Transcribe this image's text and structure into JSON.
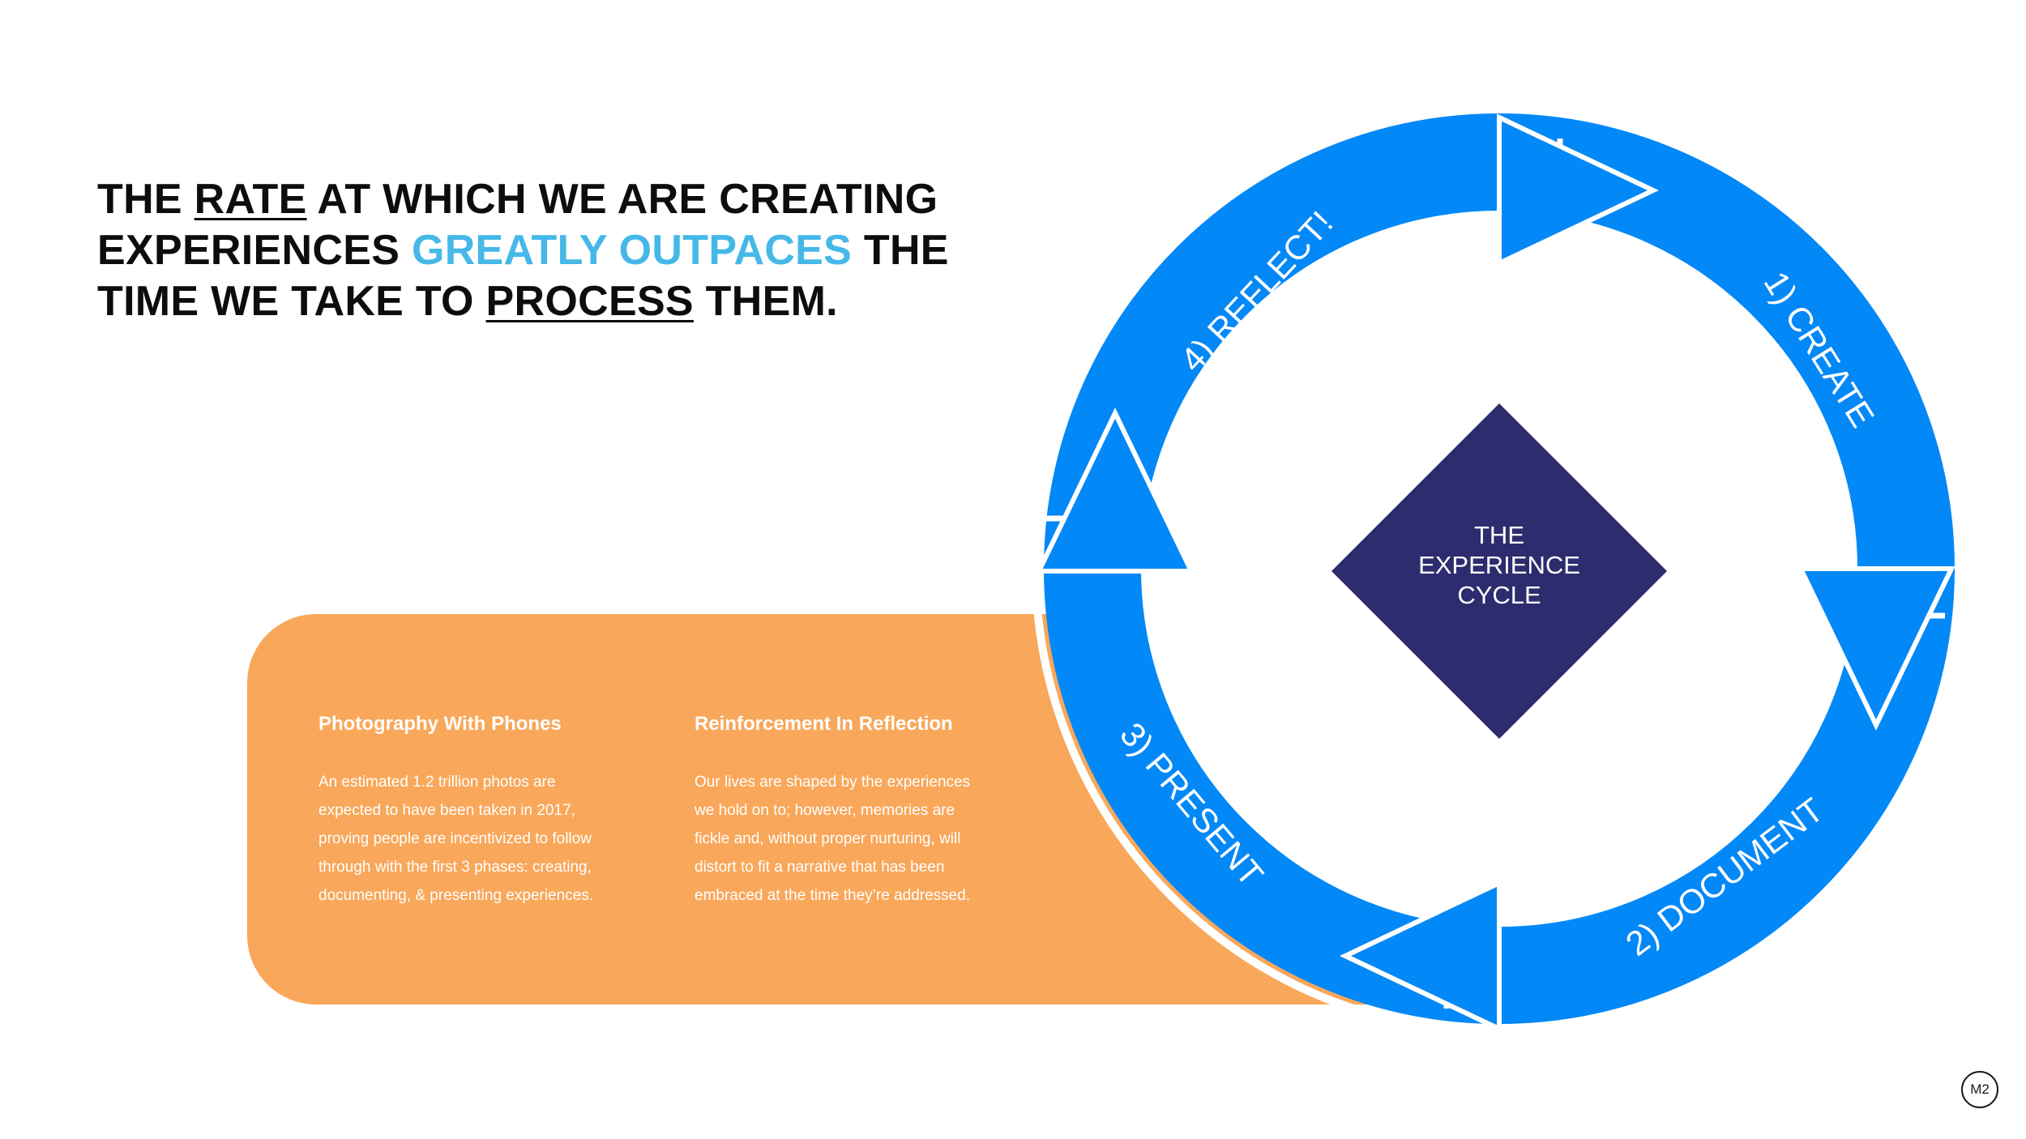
{
  "headline": {
    "line1_a": "THE ",
    "line1_rate": "RATE",
    "line1_b": " AT WHICH WE ARE CREATING",
    "line2_a": "EXPERIENCES ",
    "line2_highlight": "GREATLY OUTPACES",
    "line2_b": " THE",
    "line3_a": "TIME WE TAKE TO ",
    "line3_process": "PROCESS",
    "line3_b": " THEM."
  },
  "panel": {
    "left_title": "Photography With Phones",
    "left_lines": [
      "An estimated 1.2 trillion photos are",
      "expected to have been taken in 2017,",
      "proving people are incentivized to follow",
      "through with the first 3 phases: creating,",
      "documenting, & presenting experiences."
    ],
    "right_title": "Reinforcement In Reflection",
    "right_lines": [
      "Our lives are shaped by the experiences",
      "we hold on to; however, memories are",
      "fickle and, without proper nurturing, will",
      "distort to fit a narrative that has been",
      "embraced at the time they’re addressed."
    ]
  },
  "cycle": {
    "center_lines": [
      "THE",
      "EXPERIENCE",
      "CYCLE"
    ],
    "stages": [
      "1) CREATE",
      "2) DOCUMENT",
      "3) PRESENT",
      "4) REFLECT!"
    ]
  },
  "badge": "M2",
  "colors": {
    "arrow_blue": "#0388f7",
    "diamond_navy": "#2d2c6e",
    "panel_orange": "#f9a75a",
    "highlight_cyan": "#45b8e8",
    "text_dark": "#0d0d0d",
    "white": "#ffffff"
  }
}
